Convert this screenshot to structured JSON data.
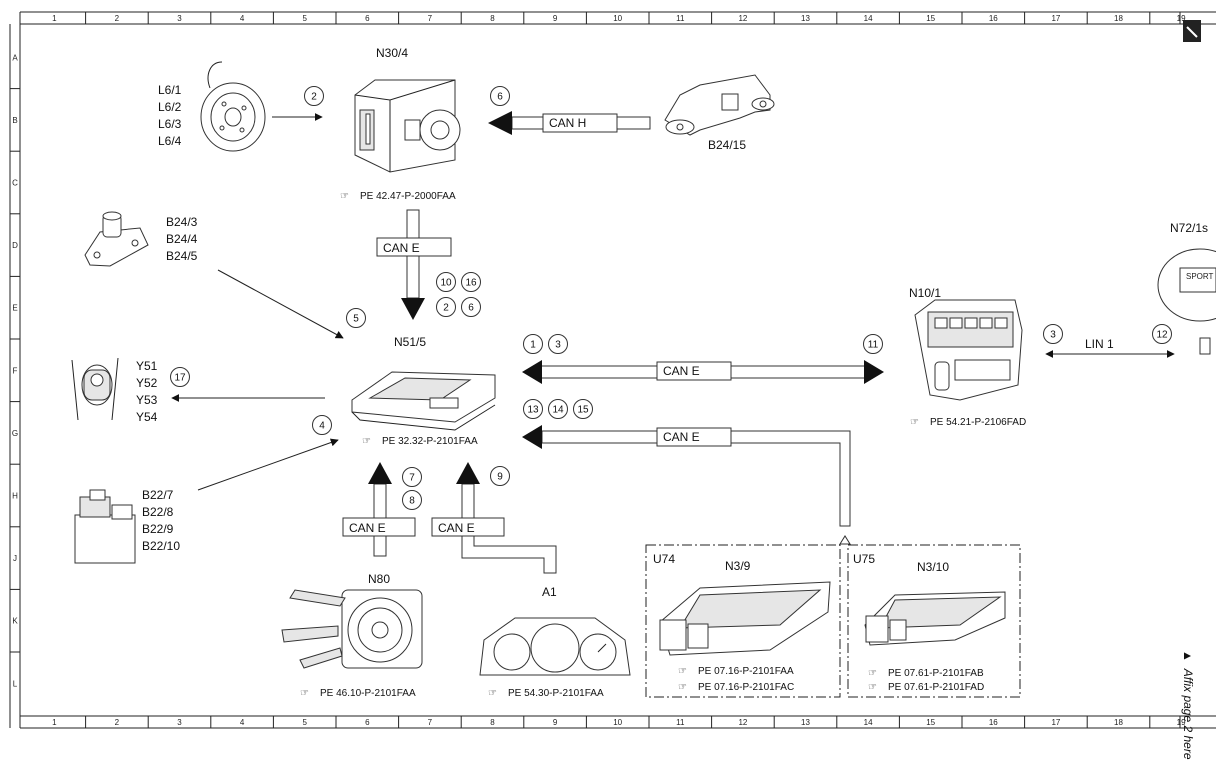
{
  "border": {
    "col_labels": [
      "1",
      "2",
      "3",
      "4",
      "5",
      "6",
      "7",
      "8",
      "9",
      "10",
      "11",
      "12",
      "13",
      "14",
      "15",
      "16",
      "17",
      "18",
      "19"
    ],
    "row_labels": [
      "A",
      "B",
      "C",
      "D",
      "E",
      "F",
      "G",
      "H",
      "J",
      "K",
      "L"
    ],
    "affix_text": "Affix page 2 here",
    "affix_marker": "▲"
  },
  "components": {
    "n30_4": "N30/4",
    "l6": [
      "L6/1",
      "L6/2",
      "L6/3",
      "L6/4"
    ],
    "b24_15": "B24/15",
    "b24_345": [
      "B24/3",
      "B24/4",
      "B24/5"
    ],
    "n51_5": "N51/5",
    "n10_1": "N10/1",
    "n72": "N72/1s",
    "y5x": [
      "Y51",
      "Y52",
      "Y53",
      "Y54"
    ],
    "b22": [
      "B22/7",
      "B22/8",
      "B22/9",
      "B22/10"
    ],
    "n80": "N80",
    "a1": "A1",
    "u74": "U74",
    "n3_9": "N3/9",
    "u75": "U75",
    "n3_10": "N3/10",
    "sport": "SPORT"
  },
  "refs": {
    "n30_4": "PE 42.47-P-2000FAA",
    "n51_5": "PE 32.32-P-2101FAA",
    "n10_1": "PE 54.21-P-2106FAD",
    "n80": "PE 46.10-P-2101FAA",
    "a1": "PE 54.30-P-2101FAA",
    "n3_9": [
      "PE 07.16-P-2101FAA",
      "PE 07.16-P-2101FAC"
    ],
    "n3_10": [
      "PE 07.61-P-2101FAB",
      "PE 07.61-P-2101FAD"
    ]
  },
  "buses": {
    "can_h": "CAN H",
    "can_e": "CAN E",
    "lin_1": "LIN 1"
  },
  "callouts": [
    "1",
    "2",
    "3",
    "4",
    "5",
    "6",
    "7",
    "8",
    "9",
    "10",
    "11",
    "12",
    "13",
    "14",
    "15",
    "16",
    "17"
  ]
}
